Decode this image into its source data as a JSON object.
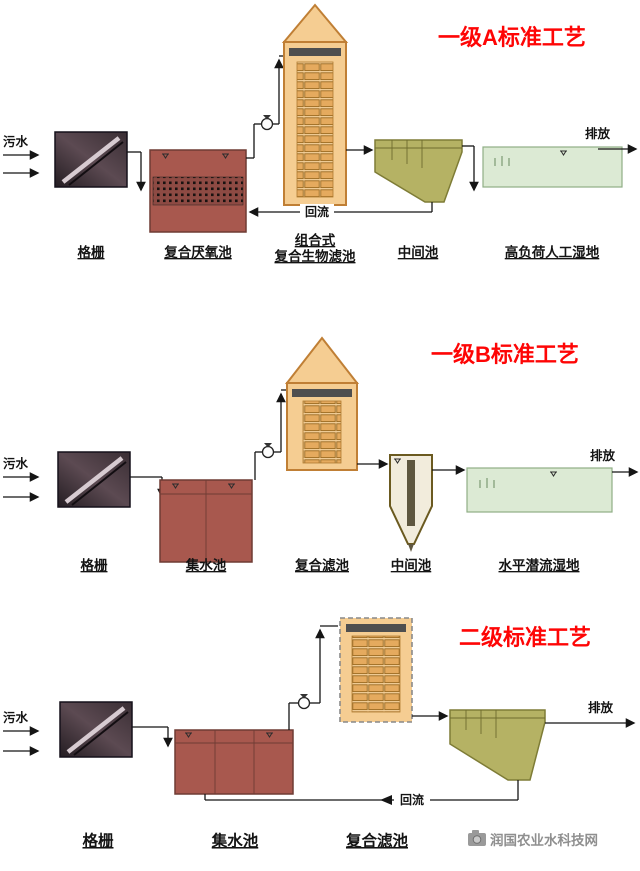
{
  "sections": {
    "a": {
      "title": "一级A标准工艺",
      "inflow": "污水",
      "outflow": "排放",
      "reflux": "回流",
      "labels": {
        "grid": "格栅",
        "anaerobic": "复合厌氧池",
        "filter_line1": "组合式",
        "filter_line2": "复合生物滤池",
        "middle": "中间池",
        "wetland": "高负荷人工湿地"
      }
    },
    "b": {
      "title": "一级B标准工艺",
      "inflow": "污水",
      "outflow": "排放",
      "labels": {
        "grid": "格栅",
        "collect": "集水池",
        "filter": "复合滤池",
        "middle": "中间池",
        "wetland": "水平潜流湿地"
      }
    },
    "c": {
      "title": "二级标准工艺",
      "inflow": "污水",
      "outflow": "排放",
      "reflux": "回流",
      "labels": {
        "grid": "格栅",
        "collect": "集水池",
        "filter": "复合滤池"
      }
    }
  },
  "watermark": "润国农业水科技网",
  "colors": {
    "title_red": "#fe0505",
    "tank_red": "#a8584e",
    "media_dark_red": "#8d4a43",
    "tower_tan": "#f5cd92",
    "tower_border": "#c07f35",
    "pond_olive": "#b5b264",
    "wetland_green": "#dcead4",
    "screen_dark": "#4a3b42",
    "line_black": "#151515",
    "watermark_gray": "#8f8f8f"
  }
}
